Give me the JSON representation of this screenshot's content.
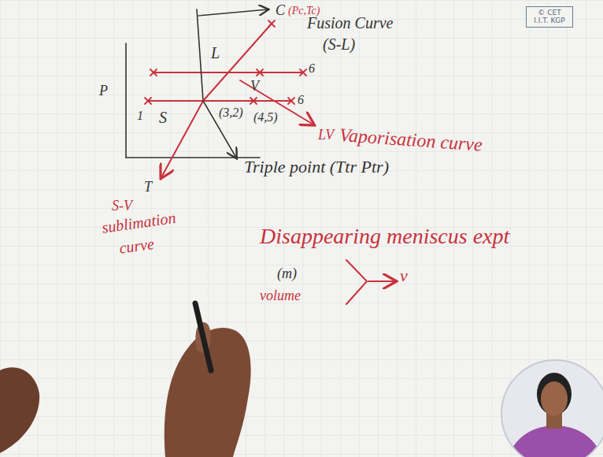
{
  "diagram": {
    "nodes": [
      {
        "text": [
          "© CET I.I.T. KGP"
        ]
      }
    ],
    "labels": [
      "Fusion Curve",
      "(S-L)",
      "C",
      "(Pc,Tc)",
      "L",
      "V",
      "6",
      "6",
      "1",
      "S",
      "(3,2)",
      "(4,5)",
      "LV",
      "Vaporisation curve",
      "T",
      "Triple point (Ttr Ptr)",
      "S-V",
      "sublimation",
      "curve",
      "Disappearing meniscus expt",
      "(m)",
      "volume",
      "v",
      "P"
    ]
  }
}
